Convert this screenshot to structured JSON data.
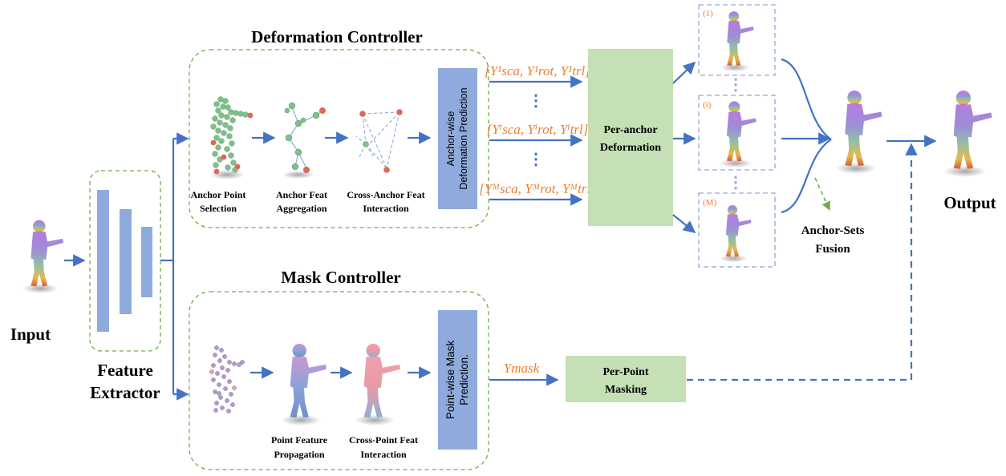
{
  "labels": {
    "input": "Input",
    "output": "Output",
    "feature_extractor_1": "Feature",
    "feature_extractor_2": "Extractor",
    "deformation_controller": "Deformation Controller",
    "mask_controller": "Mask Controller",
    "anchor_point_1": "Anchor Point",
    "anchor_point_2": "Selection",
    "anchor_feat_1": "Anchor Feat",
    "anchor_feat_2": "Aggregation",
    "cross_anchor_1": "Cross-Anchor Feat",
    "cross_anchor_2": "Interaction",
    "anchor_pred_1": "Anchor-wise",
    "anchor_pred_2": "Deformation Prediction",
    "per_anchor_1": "Per-anchor",
    "per_anchor_2": "Deformation",
    "fusion_1": "Anchor-Sets",
    "fusion_2": "Fusion",
    "point_pred_1": "Point-wise Mask",
    "point_pred_2": "Prediction.",
    "point_prop_1": "Point Feature",
    "point_prop_2": "Propagation",
    "cross_point_1": "Cross-Point Feat",
    "cross_point_2": "Interaction",
    "masking_1": "Per-Point",
    "masking_2": "Masking",
    "set_1": "(1)",
    "set_i": "(i)",
    "set_m": "(M)",
    "dots": "⋮"
  },
  "params": {
    "set1": "[Υ¹sca, Υ¹rot, Υ¹trl]",
    "seti": "[Υⁱsca, Υⁱrot, Υⁱtrl]",
    "setm": "[Υᴹsca, Υᴹrot, Υᴹtrl]",
    "mask": "Υmask"
  },
  "colors": {
    "arrow": "#4472c4",
    "pred_box": "#8faadc",
    "green_box": "#c5e0b4",
    "dash_green": "#70ad47",
    "orange": "#ed7d31"
  }
}
